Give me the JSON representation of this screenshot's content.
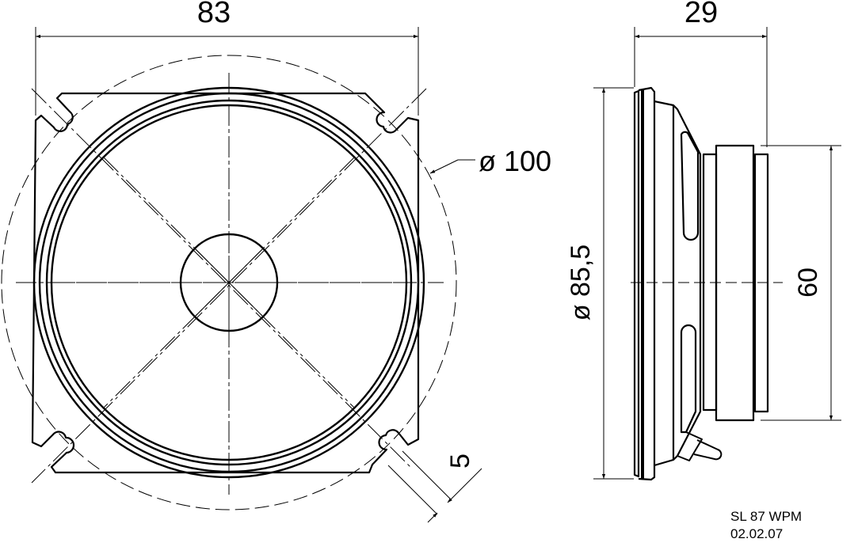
{
  "drawing": {
    "type": "technical-drawing",
    "subject": "loudspeaker dimensional drawing",
    "views": [
      "front-view",
      "side-view"
    ],
    "line_color": "#000000",
    "background": "#ffffff"
  },
  "dimensions": {
    "frame_width": {
      "value": "83",
      "label": "83"
    },
    "depth": {
      "value": "29",
      "label": "29"
    },
    "bolt_circle": {
      "value": "100",
      "label": "ø 100"
    },
    "basket_diameter": {
      "value": "85,5",
      "label": "ø 85,5"
    },
    "magnet_diameter": {
      "value": "60",
      "label": "60"
    },
    "slot_width": {
      "value": "5",
      "label": "5"
    }
  },
  "title_block": {
    "model": "SL 87 WPM",
    "date": "02.02.07"
  }
}
